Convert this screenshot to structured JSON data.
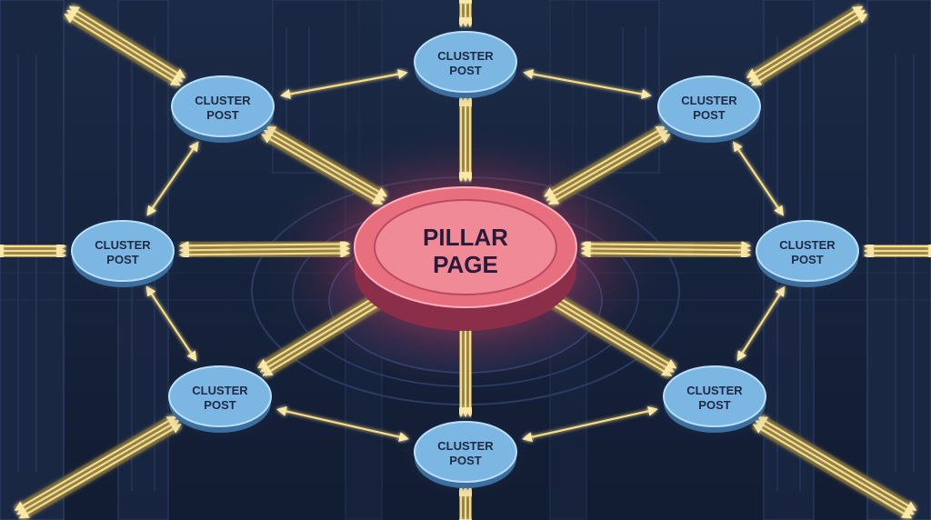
{
  "diagram": {
    "center": {
      "label_line1": "PILLAR",
      "label_line2": "PAGE"
    },
    "clusters": [
      {
        "id": "top",
        "line1": "CLUSTER",
        "line2": "POST"
      },
      {
        "id": "top-left",
        "line1": "CLUSTER",
        "line2": "POST"
      },
      {
        "id": "top-right",
        "line1": "CLUSTER",
        "line2": "POST"
      },
      {
        "id": "left",
        "line1": "CLUSTER",
        "line2": "POST"
      },
      {
        "id": "right",
        "line1": "CLUSTER",
        "line2": "POST"
      },
      {
        "id": "bottom-left",
        "line1": "CLUSTER",
        "line2": "POST"
      },
      {
        "id": "bottom-right",
        "line1": "CLUSTER",
        "line2": "POST"
      },
      {
        "id": "bottom",
        "line1": "CLUSTER",
        "line2": "POST"
      }
    ],
    "colors": {
      "background": "#15213a",
      "pillar": "#e8707e",
      "pillar_glow": "#ff5a78",
      "cluster": "#7cb6e2",
      "cluster_edge": "#9fd2f4",
      "arrow": "#f6dc84",
      "text_dark": "#2a1a3a"
    }
  }
}
